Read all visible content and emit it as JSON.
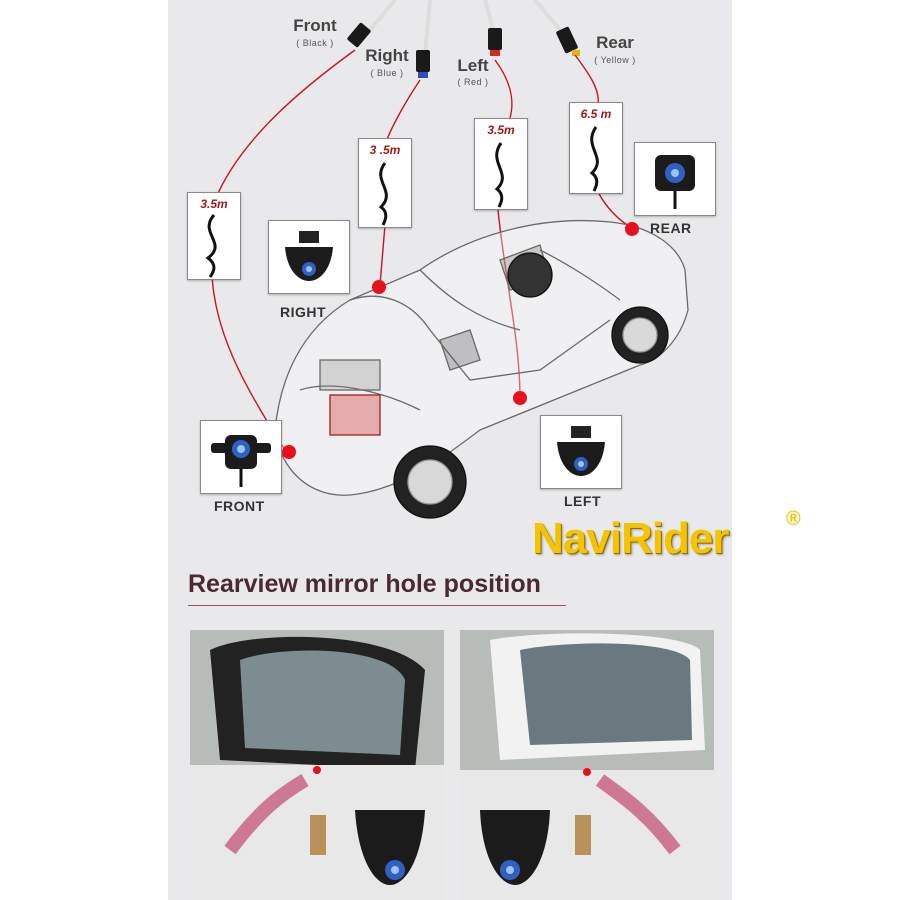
{
  "cables": [
    {
      "name": "Front",
      "color_name": "( Black )",
      "color": "#1a1a1a"
    },
    {
      "name": "Right",
      "color_name": "( Blue )",
      "color": "#2a4fc4"
    },
    {
      "name": "Left",
      "color_name": "( Red )",
      "color": "#d22a2a"
    },
    {
      "name": "Rear",
      "color_name": "( Yellow )",
      "color": "#e8b400"
    }
  ],
  "lengths": {
    "front": "3.5m",
    "right": "3 .5m",
    "left": "3.5m",
    "rear": "6.5 m"
  },
  "cameras": {
    "right": "RIGHT",
    "rear": "REAR",
    "front": "FRONT",
    "left": "LEFT"
  },
  "brand": {
    "name": "NaviRider",
    "mark": "®"
  },
  "section_title": "Rearview mirror hole position",
  "colors": {
    "wire": "#c8141c",
    "accent_dot": "#e8101a",
    "brand": "#f5c400",
    "heading": "#4a2a30"
  }
}
